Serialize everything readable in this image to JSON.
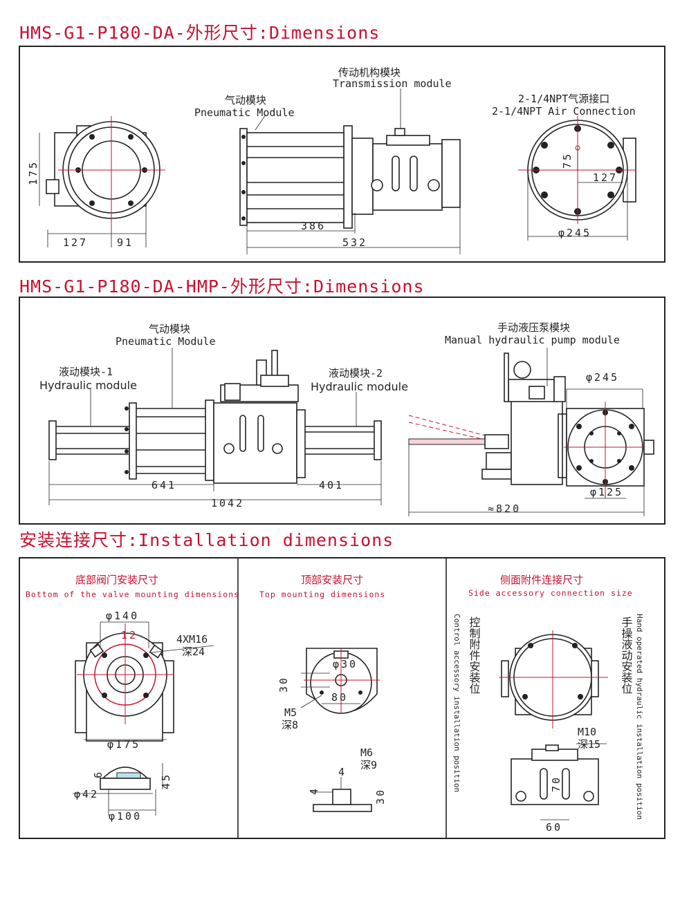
{
  "section1": {
    "title": "HMS-G1-P180-DA-外形尺寸:Dimensions",
    "transmission_cn": "传动机构模块",
    "transmission_en": "Transmission module",
    "pneumatic_cn": "气动模块",
    "pneumatic_en": "Pneumatic Module",
    "air_cn": "2-1/4NPT气源接口",
    "air_en": "2-1/4NPT Air Connection",
    "dim_175": "175",
    "dim_127": "127",
    "dim_91": "91",
    "dim_386": "386",
    "dim_532": "532",
    "dim_75": "75",
    "dim_127b": "127",
    "dim_phi245": "φ245"
  },
  "section2": {
    "title": "HMS-G1-P180-DA-HMP-外形尺寸:Dimensions",
    "pneumatic_cn": "气动模块",
    "pneumatic_en": "Pneumatic Module",
    "hyd1_cn": "液动模块-1",
    "hyd1_en": "Hydraulic module",
    "hyd2_cn": "液动模块-2",
    "hyd2_en": "Hydraulic module",
    "pump_cn": "手动液压泵模块",
    "pump_en": "Manual hydraulic pump module",
    "dim_641": "641",
    "dim_401": "401",
    "dim_1042": "1042",
    "dim_phi245": "φ245",
    "dim_phi125": "φ125",
    "dim_820": "≈820"
  },
  "section3": {
    "title": "安装连接尺寸:Installation dimensions",
    "bottom_cn": "底部阀门安装尺寸",
    "bottom_en": "Bottom of the valve mounting dimensions",
    "top_cn": "顶部安装尺寸",
    "top_en": "Top mounting dimensions",
    "side_cn": "侧面附件连接尺寸",
    "side_en": "Side accessory connection size",
    "b_phi140": "φ140",
    "b_12": "12",
    "b_4xm16": "4XM16",
    "b_depth24": "深24",
    "b_phi175": "φ175",
    "b_6": "6",
    "b_45": "45",
    "b_phi42": "φ42",
    "b_phi100": "φ100",
    "t_phi30": "φ30",
    "t_30": "30",
    "t_80": "80",
    "t_m5": "M5",
    "t_depth8": "深8",
    "t_m6": "M6",
    "t_4": "4",
    "t_depth9": "深9",
    "t_30b": "30",
    "t_4b": "4",
    "s_ctrl_cn": "控制附件安装位",
    "s_ctrl_en": "Control accessory installation position",
    "s_hand_cn": "手操液动安装位",
    "s_hand_en": "Hand operated hydraulic installation position",
    "s_m10": "M10",
    "s_depth15": "深15",
    "s_70": "70",
    "s_60": "60"
  }
}
